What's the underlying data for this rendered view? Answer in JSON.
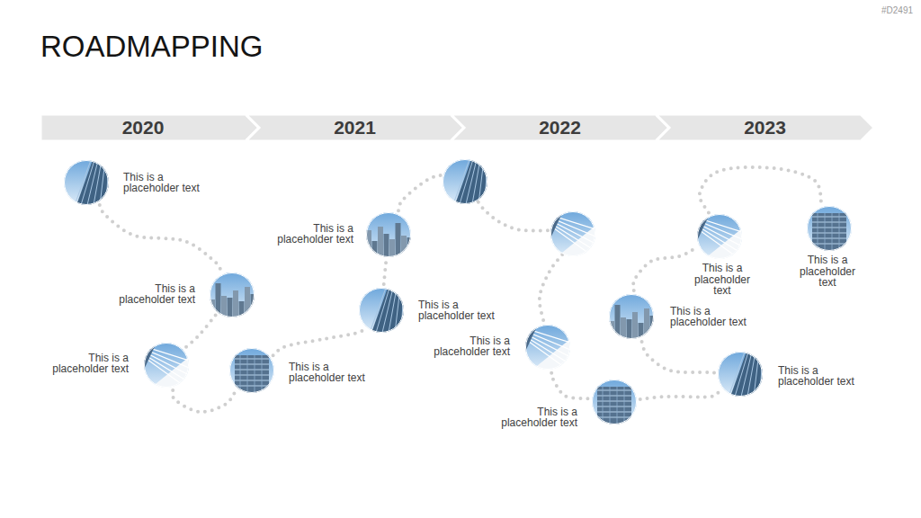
{
  "diagram": {
    "title": "ROADMAPPING",
    "nodes": [
      {
        "text": [
          "2020"
        ]
      },
      {
        "text": [
          "2021"
        ]
      },
      {
        "text": [
          "2022"
        ]
      },
      {
        "text": [
          "2023"
        ]
      },
      {
        "text": [
          "This is a placeholder text"
        ]
      },
      {
        "text": [
          "This is a placeholder text"
        ]
      },
      {
        "text": [
          "This is a placeholder text"
        ]
      },
      {
        "text": [
          "This is a placeholder text"
        ]
      },
      {
        "text": [
          "This is a placeholder text"
        ]
      },
      {
        "text": [
          "This is a placeholder text"
        ]
      },
      {
        "text": [
          "This is a placeholder text"
        ]
      },
      {
        "text": [
          "This is a placeholder text"
        ]
      },
      {
        "text": [
          "This is a placeholder text"
        ]
      },
      {
        "text": [
          "This is a placeholder text"
        ]
      },
      {
        "text": [
          "This is a placeholder text"
        ]
      },
      {
        "text": [
          "This is a placeholder text"
        ]
      }
    ],
    "edges": [
      {
        "from": 4,
        "to": 5,
        "arrow": "none"
      },
      {
        "from": 5,
        "to": 6,
        "arrow": "none"
      },
      {
        "from": 6,
        "to": 7,
        "arrow": "none"
      },
      {
        "from": 7,
        "to": 8,
        "arrow": "none"
      },
      {
        "from": 8,
        "to": 9,
        "arrow": "none"
      },
      {
        "from": 9,
        "to": 10,
        "arrow": "none"
      },
      {
        "from": 10,
        "to": 11,
        "arrow": "none"
      },
      {
        "from": 11,
        "to": 12,
        "arrow": "none"
      },
      {
        "from": 12,
        "to": 13,
        "arrow": "none"
      },
      {
        "from": 13,
        "to": 14,
        "arrow": "none"
      },
      {
        "from": 14,
        "to": 15,
        "arrow": "none"
      }
    ],
    "labels": [
      "#D2491"
    ]
  }
}
